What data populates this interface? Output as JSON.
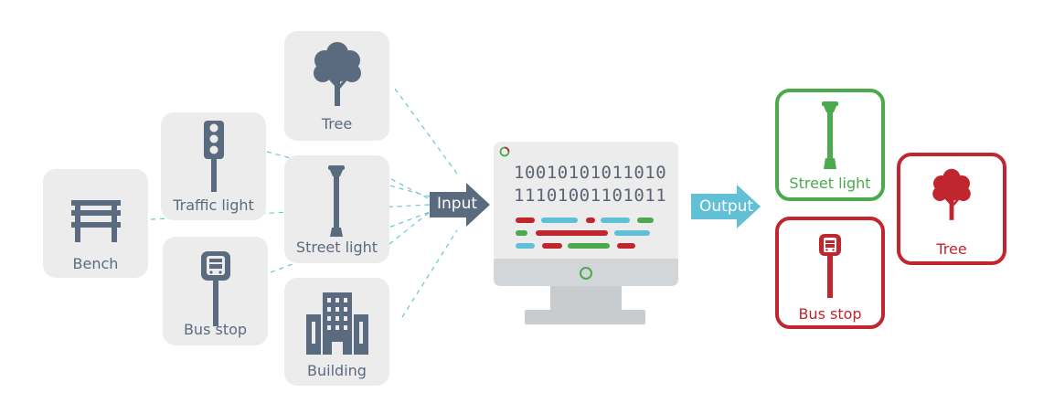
{
  "input_items": [
    {
      "id": "tree",
      "label": "Tree",
      "icon": "tree-icon"
    },
    {
      "id": "traffic-light",
      "label": "Traffic light",
      "icon": "traffic-light-icon"
    },
    {
      "id": "street-light",
      "label": "Street light",
      "icon": "street-light-icon"
    },
    {
      "id": "bench",
      "label": "Bench",
      "icon": "bench-icon"
    },
    {
      "id": "bus-stop",
      "label": "Bus stop",
      "icon": "bus-stop-icon"
    },
    {
      "id": "building",
      "label": "Building",
      "icon": "building-icon"
    }
  ],
  "input_arrow": {
    "label": "Input",
    "color": "#5b6b7f"
  },
  "output_arrow": {
    "label": "Output",
    "color": "#62c0d6"
  },
  "monitor": {
    "binary_lines": [
      "10010101011010",
      "11101001101011"
    ],
    "screen_color": "#ececec",
    "bezel_color": "#d3d6d8"
  },
  "output_items": [
    {
      "id": "street-light-out",
      "label": "Street light",
      "icon": "street-light-icon",
      "color": "#4aaa4d"
    },
    {
      "id": "bus-stop-out",
      "label": "Bus stop",
      "icon": "bus-stop-icon",
      "color": "#c0262e"
    },
    {
      "id": "tree-out",
      "label": "Tree",
      "icon": "tree-icon",
      "color": "#c0262e"
    }
  ],
  "colors": {
    "icon_gray": "#5b6b7f",
    "card_bg": "#ececec",
    "dash_line": "#6cc3d3",
    "green": "#4aaa4d",
    "red": "#c0262e",
    "cyan": "#62c0d6"
  }
}
